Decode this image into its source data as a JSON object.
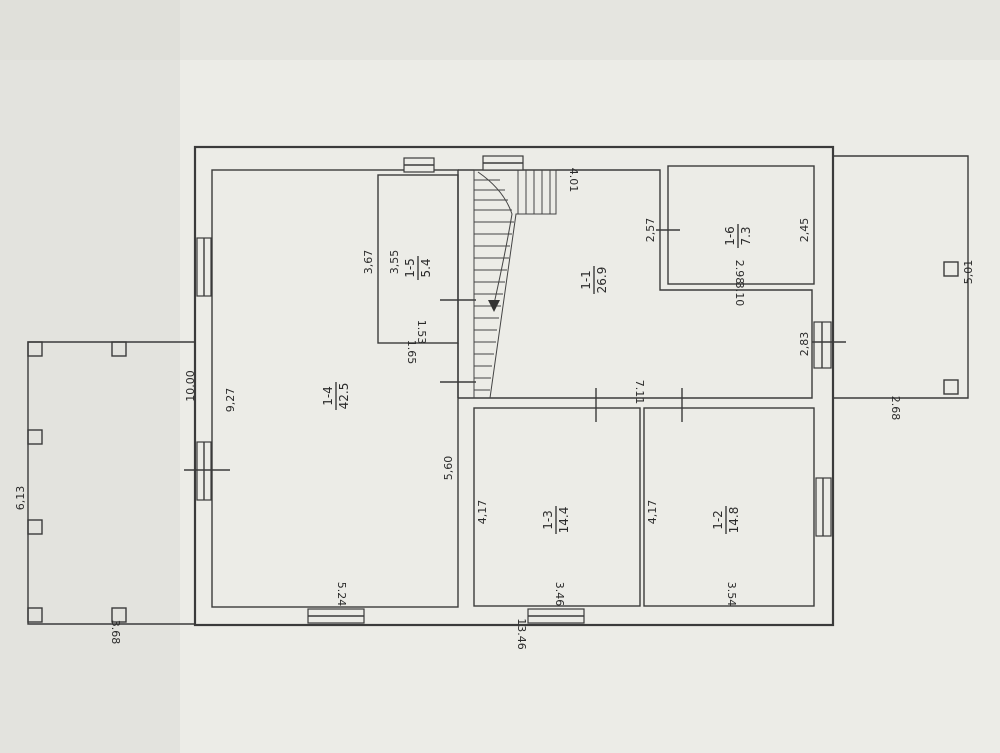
{
  "plan": {
    "overall": {
      "length": "13.46",
      "width": "10.00"
    },
    "rooms": [
      {
        "id": "1-1",
        "area": "26.9"
      },
      {
        "id": "1-2",
        "area": "14.8"
      },
      {
        "id": "1-3",
        "area": "14.4"
      },
      {
        "id": "1-4",
        "area": "42.5"
      },
      {
        "id": "1-5",
        "area": "5.4"
      },
      {
        "id": "1-6",
        "area": "7.3"
      }
    ],
    "dimensions": {
      "d_9_27": "9,27",
      "d_5_24": "5.24",
      "d_5_60": "5,60",
      "d_3_67": "3,67",
      "d_3_55": "3,55",
      "d_1_53": "1.53",
      "d_1_65": "1.65",
      "d_4_01": "4.01",
      "d_2_57": "2,57",
      "d_2_45": "2,45",
      "d_2_98": "2.98",
      "d_3_10": "3.10",
      "d_2_83": "2,83",
      "d_7_11": "7.11",
      "d_4_17_a": "4,17",
      "d_4_17_b": "4,17",
      "d_3_46": "3.46",
      "d_3_54": "3.54",
      "d_6_13": "6,13",
      "d_3_68": "3.68",
      "d_5_01": "5,01",
      "d_2_68": "2.68"
    }
  }
}
